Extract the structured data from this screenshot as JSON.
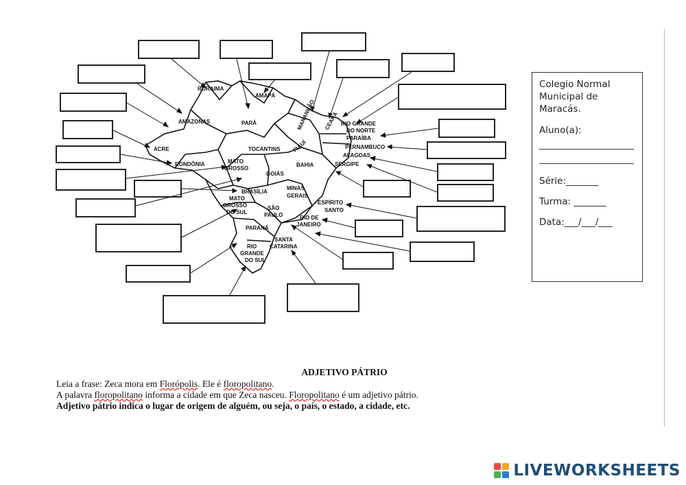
{
  "map": {
    "states": [
      {
        "label": "RORAIMA"
      },
      {
        "label": "AMAPÁ"
      },
      {
        "label": "AMAZONAS"
      },
      {
        "label": "PARÁ"
      },
      {
        "label": "MARANHÃO"
      },
      {
        "label": "CEARÁ"
      },
      {
        "label": "RIO GRANDE"
      },
      {
        "label": "DO NORTE"
      },
      {
        "label": "PARAÍBA"
      },
      {
        "label": "PERNAMBUCO"
      },
      {
        "label": "ALAGOAS"
      },
      {
        "label": "SERGIPE"
      },
      {
        "label": "PIAUÍ"
      },
      {
        "label": "TOCANTINS"
      },
      {
        "label": "ACRE"
      },
      {
        "label": "RONDÔNIA"
      },
      {
        "label": "MATO"
      },
      {
        "label": "GROSSO"
      },
      {
        "label": "BAHIA"
      },
      {
        "label": "GOIÁS"
      },
      {
        "label": "BRASÍLIA"
      },
      {
        "label": "MINAS"
      },
      {
        "label": "GERAIS"
      },
      {
        "label": "ESPÍRITO"
      },
      {
        "label": "SANTO"
      },
      {
        "label": "MATO"
      },
      {
        "label": "GROSSO"
      },
      {
        "label": "DO SUL"
      },
      {
        "label": "SÃO"
      },
      {
        "label": "PAULO"
      },
      {
        "label": "RIO DE"
      },
      {
        "label": "JANEIRO"
      },
      {
        "label": "PARANÁ"
      },
      {
        "label": "SANTA"
      },
      {
        "label": "CATARINA"
      },
      {
        "label": "RIO"
      },
      {
        "label": "GRANDE"
      },
      {
        "label": "DO SUL"
      }
    ]
  },
  "info": {
    "line1": "Colegio Normal",
    "line2": "Municipal de",
    "line3": "Maracás.",
    "aluno": "Aluno(a):",
    "serie": "Série:_______",
    "turma": "Turma: _______",
    "data": "Data:___/___/___"
  },
  "text": {
    "title": "ADJETIVO PÁTRIO",
    "p1_a": "Leia a frase: Zeca mora em ",
    "p1_b": "Florópolis",
    "p1_c": ". Ele é ",
    "p1_d": "floropolitano",
    "p1_e": ".",
    "p2_a": "A palavra ",
    "p2_b": "floropolitano",
    "p2_c": " informa a cidade em que Zeca nasceu. ",
    "p2_d": "Floropolitano",
    "p2_e": " é um adjetivo pátrio.",
    "p3": "Adjetivo pátrio indica o lugar de origem de alguém, ou seja, o país, o estado, a cidade, etc."
  },
  "brand": {
    "name": "LIVEWORKSHEETS",
    "colors": [
      "#e84a3b",
      "#f5a623",
      "#4caf50",
      "#2b7bd6"
    ]
  }
}
